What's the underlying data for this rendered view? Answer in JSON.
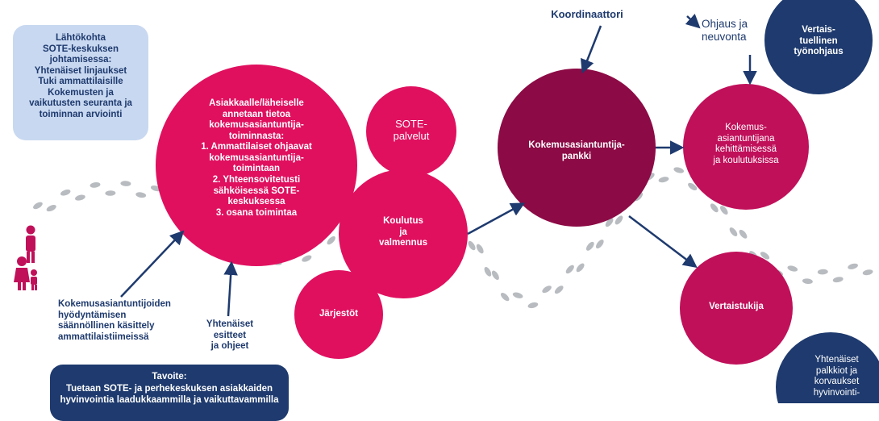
{
  "nodes": {
    "start": "Lähtökohta\nSOTE-keskuksen\njohtamisessa:\nYhtenäiset linjaukset\nTuki ammattilaisille\nKokemusten ja\nvaikutusten seuranta ja\ntoiminnan arviointi",
    "main_info": "Asiakkaalle/läheiselle\nannetaan tietoa\nkokemusasiantuntija-\ntoiminnasta:\n1. Ammattilaiset ohjaavat\nkokemusasiantuntija-\ntoimintaan\n2.  Yhteensovitetusti\nsähköisessä SOTE-\nkeskuksessa\n3. osana toimintaa",
    "sote": "SOTE-\npalvelut",
    "koulutus": "Koulutus\nja\nvalmennus",
    "jarjestot": "Järjestöt",
    "pankki": "Kokemusasiantuntija-\npankki",
    "kehittaminen": "Kokemus-\nasiantuntijana\nkehittämisessä\nja koulutuksissa",
    "vertaistukija": "Vertaistukija",
    "tyonohjaus": "Vertais-\ntuellinen\ntyönohjaus",
    "palkkiot": "Yhtenäiset\npalkkiot ja\nkorvaukset\nhyvinvointi-"
  },
  "labels": {
    "koordinaattori": "Koordinaattori",
    "ohjaus": "Ohjaus ja\nneuvonta",
    "hyodyntaminen": "Kokemusasiantuntijoiden\nhyödyntämisen\nsäännöllinen käsittely\nammattilaistiimeissä",
    "yhtenaiset": "Yhtenäiset\nesitteet\nja ohjeet"
  },
  "goal": {
    "title": "Tavoite:",
    "text": "Tuetaan SOTE- ja perhekeskuksen asiakkaiden\nhyvinvointia laadukkaammilla ja vaikuttavammilla"
  },
  "colors": {
    "magenta": "#e0105f",
    "dark_magenta": "#8c0a45",
    "mid_magenta": "#c0105a",
    "navy": "#1e3a6e",
    "light_blue": "#c8d8f0",
    "footprint": "#b8bcc0"
  },
  "icons": [
    "family-icon",
    "arrow-icon",
    "footprint-icon"
  ]
}
